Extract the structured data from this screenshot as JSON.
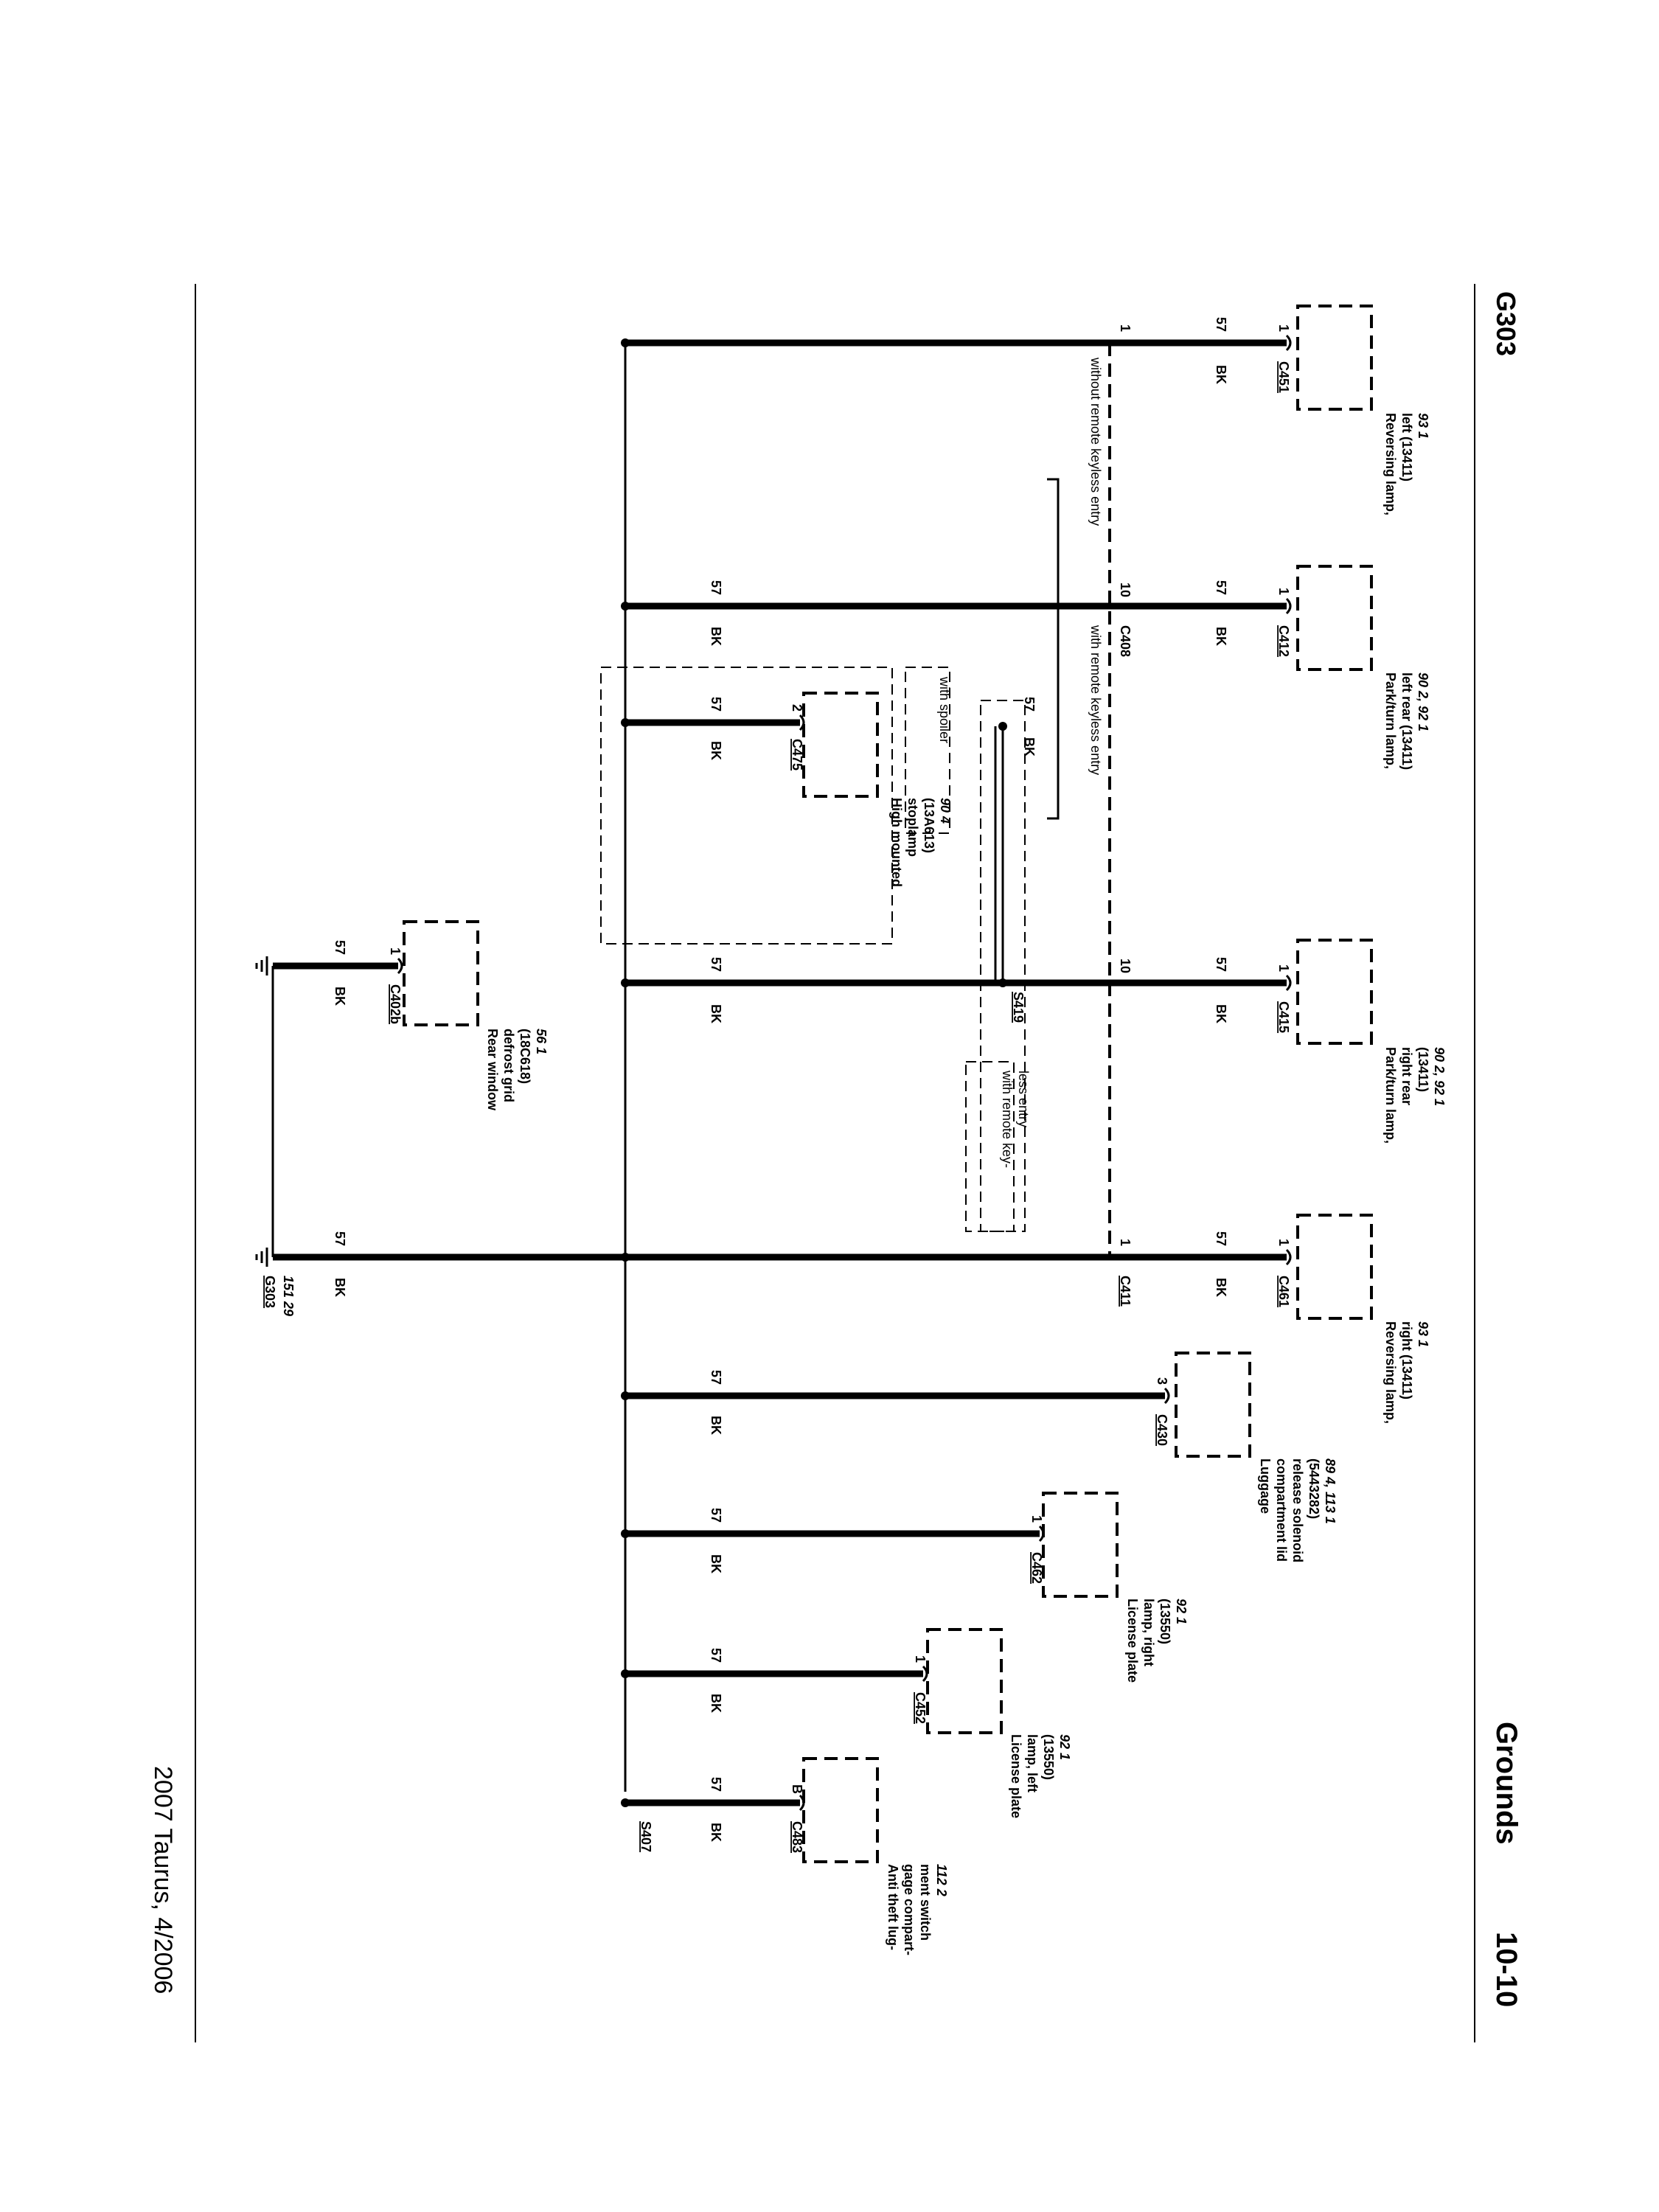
{
  "page": {
    "title": "Grounds",
    "page_number": "10-10",
    "ground_id": "G303",
    "footer": "2007 Taurus, 4/2006"
  },
  "wire": {
    "circuit": "57",
    "color": "BK"
  },
  "components": [
    {
      "id": "rev-left",
      "lines": [
        "Reversing lamp,",
        "left (13411)",
        "93      1"
      ],
      "connector": "C451",
      "pin": "1"
    },
    {
      "id": "park-left",
      "lines": [
        "Park/turn lamp,",
        "left rear (13411)",
        "90      2, 92     1"
      ],
      "connector": "C412",
      "pin": "1"
    },
    {
      "id": "hmsl",
      "lines": [
        "High mounted",
        "stoplamp",
        "(13A613)",
        "90      4"
      ],
      "connector": "C475",
      "pin": "2"
    },
    {
      "id": "park-right",
      "lines": [
        "Park/turn lamp,",
        "right rear",
        "(13411)",
        "90      2, 92         1"
      ],
      "connector": "C415",
      "pin": "1"
    },
    {
      "id": "rev-right",
      "lines": [
        "Reversing lamp,",
        "right (13411)",
        "93      1"
      ],
      "connector": "C461",
      "pin": "1"
    },
    {
      "id": "luggage-sol",
      "lines": [
        "Luggage",
        "compartment lid",
        "release solenoid",
        "(5443282)",
        "89      4, 113      1"
      ],
      "connector": "C430",
      "pin": "3"
    },
    {
      "id": "lic-right",
      "lines": [
        "License plate",
        "lamp, right",
        "(13550)",
        "92      1"
      ],
      "connector": "C462",
      "pin": "1"
    },
    {
      "id": "lic-left",
      "lines": [
        "License plate",
        "lamp, left",
        "(13550)",
        "92      1"
      ],
      "connector": "C452",
      "pin": "1"
    },
    {
      "id": "antitheft",
      "lines": [
        "Anti        theft lug-",
        "gage compart-",
        "ment switch",
        "112      2"
      ],
      "connector": "C483",
      "pin": "B"
    },
    {
      "id": "rear-defrost",
      "lines": [
        "Rear window",
        "defrost grid",
        "(18C618)",
        "56      1"
      ],
      "connector": "C402b",
      "pin": "1"
    }
  ],
  "inline_connectors": {
    "c408": {
      "id": "C408",
      "pin": "10"
    },
    "c411": {
      "id": "C411",
      "pin": "1"
    },
    "left_pin": "1",
    "right_pin": "10"
  },
  "splices": {
    "s407": "S407",
    "s419": "S419"
  },
  "ground": {
    "id": "G303",
    "refs": "151      29"
  },
  "notes": {
    "without_rke": "without remote keyless entry",
    "with_rke": "with remote keyless entry",
    "with_spoiler": "with spoiler",
    "with_rke_s419_1": "with remote key-",
    "with_rke_s419_2": "less entry"
  }
}
